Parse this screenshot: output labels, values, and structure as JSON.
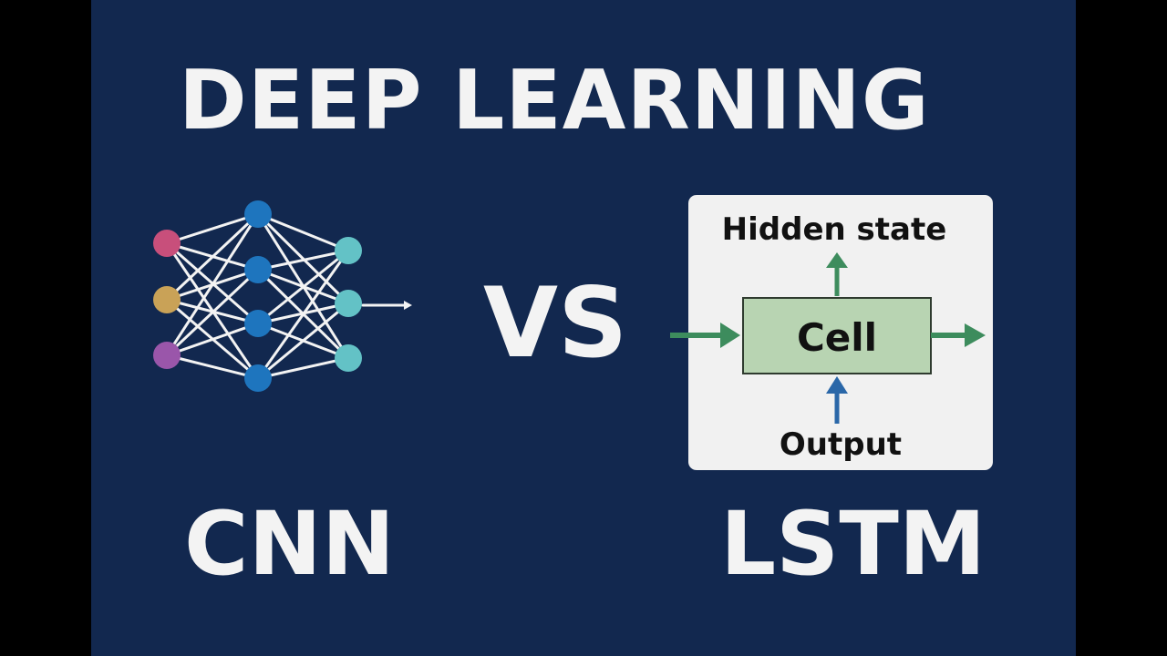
{
  "title": "DEEP LEARNING",
  "comparison": {
    "vs": "VS",
    "left_model": "CNN",
    "right_model": "LSTM"
  },
  "lstm_diagram": {
    "top_label": "Hidden state",
    "cell_label": "Cell",
    "bottom_label": "Output"
  },
  "colors": {
    "background": "#12284f",
    "frame": "#000000",
    "text": "#f3f3f3",
    "node_input_1": "#c84f7b",
    "node_input_2": "#c9a257",
    "node_input_3": "#9a56aa",
    "node_hidden": "#1e75be",
    "node_output": "#63c2c6",
    "cell_fill": "#b8d4b2",
    "cell_border": "#2f3b2f",
    "arrow_green": "#3d8c5d",
    "arrow_blue": "#2a67a8",
    "panel_fill": "#f1f1f1"
  }
}
